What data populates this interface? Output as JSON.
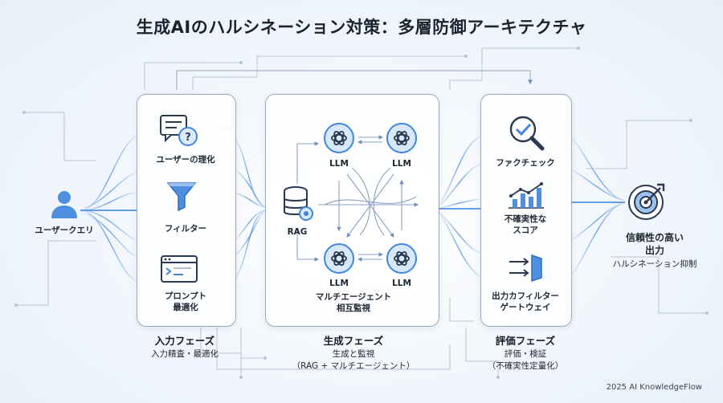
{
  "title": "生成AIのハルシネーション対策：多層防御アーキテクチャ",
  "input": {
    "label": "ユーザークエリ"
  },
  "phase1": {
    "items": [
      "ユーザーの理化",
      "フィルター",
      "プロンプト",
      "最適化"
    ],
    "name": "入力フェーズ",
    "desc": "入力精査・最適化"
  },
  "phase2": {
    "rag": "RAG",
    "llm": [
      "LLM",
      "LLM",
      "LLM",
      "LLM"
    ],
    "multi": [
      "マルチエージェント",
      "相互監視"
    ],
    "name": "生成フェーズ",
    "desc": [
      "生成と監視",
      "（RAG + マルチエージェント）"
    ]
  },
  "phase3": {
    "items": [
      "ファクチェック",
      "不確実性な",
      "スコア",
      "出力カフィルター",
      "ゲートウェイ"
    ],
    "name": "評価フェーズ",
    "desc": [
      "評価・検証",
      "（不確実性定量化）"
    ]
  },
  "output": {
    "lines": [
      "信頼性の高い",
      "出力",
      "ハルシネーション抑制"
    ]
  },
  "footer": "2025 AI KnowledgeFlow",
  "colors": {
    "accent": "#3f86e0",
    "line": "#9aa9bf",
    "dark": "#1b2230"
  }
}
